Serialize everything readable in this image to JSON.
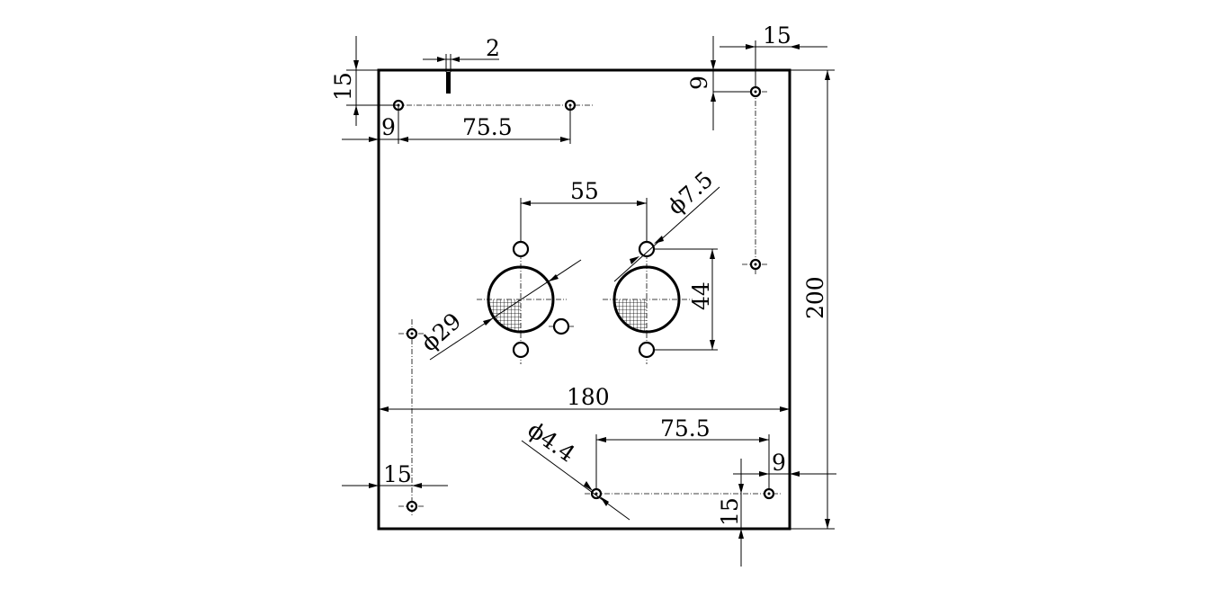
{
  "drawing": {
    "plate_width": "180",
    "plate_height": "200",
    "dims": {
      "slot_width": "2",
      "top_left_offset_y": "15",
      "top_left_offset_x": "9",
      "top_hole_spacing": "75.5",
      "top_right_offset_x": "15",
      "top_right_offset_y": "9",
      "large_hole_spacing": "55",
      "small_hole_diameter": "ϕ7.5",
      "large_hole_diameter": "ϕ29",
      "small_hole_vertical_spacing": "44",
      "width_180": "180",
      "mount_hole_diameter": "ϕ4.4",
      "bottom_hole_spacing": "75.5",
      "bottom_right_offset_x": "9",
      "bottom_left_offset_x": "15",
      "bottom_right_offset_y": "15",
      "height_200": "200"
    }
  }
}
